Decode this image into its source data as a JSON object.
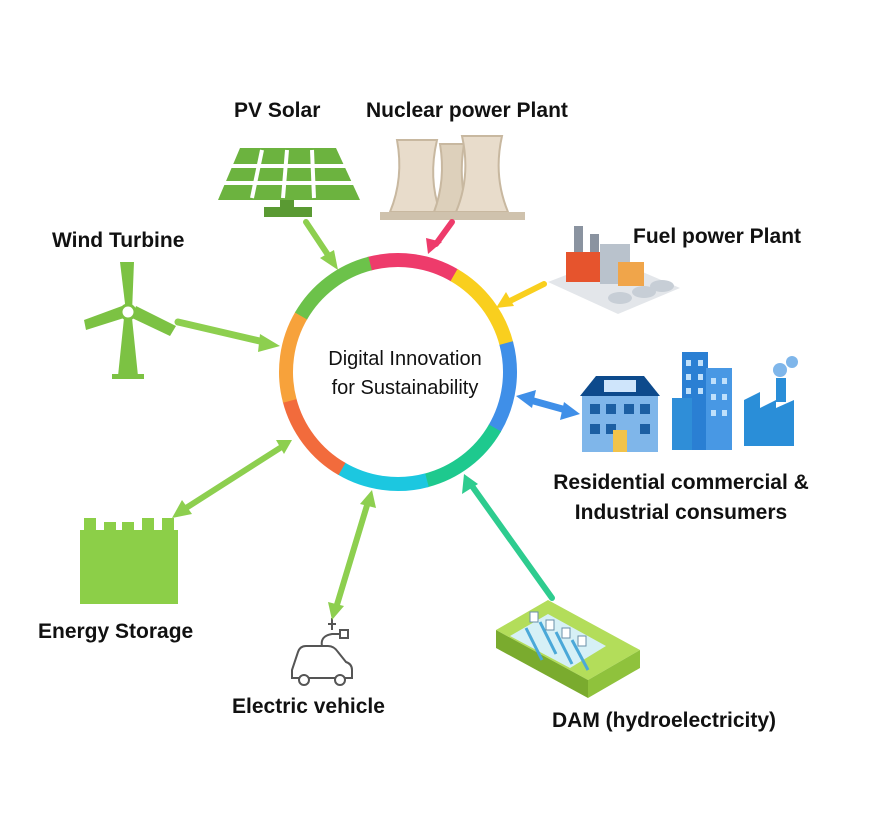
{
  "center": {
    "line1": "Digital Innovation",
    "line2": "for Sustainability"
  },
  "ring_colors": [
    "#ee3b6b",
    "#f9cf1e",
    "#3f8fe8",
    "#1ec98e",
    "#1cc7e0",
    "#f26b3c",
    "#f7a23b",
    "#6cc24a"
  ],
  "nodes": {
    "pv_solar": "PV Solar",
    "nuclear": "Nuclear power Plant",
    "fuel": "Fuel power Plant",
    "wind": "Wind Turbine",
    "consumers": {
      "line1": "Residential commercial &",
      "line2": "Industrial consumers"
    },
    "energy_storage": "Energy Storage",
    "ev": "Electric vehicle",
    "dam": "DAM (hydroelectricity)"
  }
}
